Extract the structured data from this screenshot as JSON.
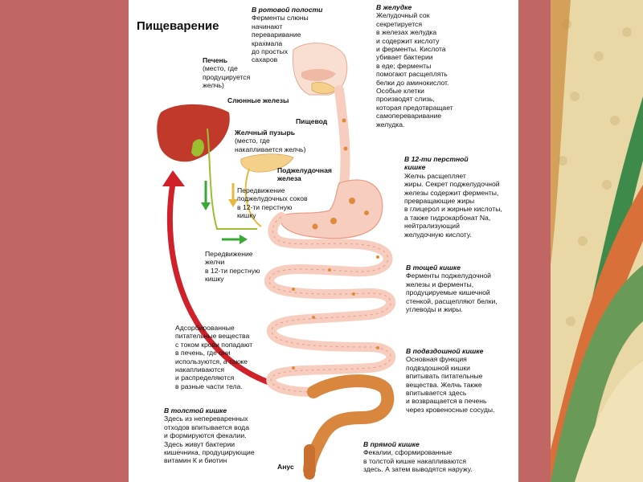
{
  "title": "Пищеварение",
  "colors": {
    "frame": "#c26565",
    "tract": "#f7cdbf",
    "tract_edge": "#e89a85",
    "spots": "#e08a3a",
    "liver": "#c0392b",
    "gall": "#9bbf2e",
    "pancreas": "#f4d08a",
    "arrow_red": "#d0202a",
    "arrow_green": "#3aa836",
    "arrow_yellow": "#e8b840"
  },
  "labels": {
    "mouth": {
      "head": "В ротовой полости",
      "body": "Ферменты слюны\nначинают\nпереваривание\nкрахмала\nдо простых\nсахаров"
    },
    "stomach": {
      "head": "В желудке",
      "body": "Желудочный сок\nсекретируется\nв железах желудка\nи содержит кислоту\nи ферменты. Кислота\nубивает бактерии\nв еде; ферменты\nпомогают расщеплять\nбелки до аминокислот.\nОсобые клетки\nпроизводят слизь,\nкоторая предотвращает\nсамопереваривание\nжелудка."
    },
    "liver": {
      "head": "Печень",
      "body": "(место, где\nпродуцируется\nжелчь)"
    },
    "salivary": "Слюнные железы",
    "esophagus": "Пищевод",
    "gallbladder": {
      "head": "Желчный пузырь",
      "body": "(место, где\nнакапливается желчь)"
    },
    "pancreas": "Поджелудочная\nжелеза",
    "pancreatic_juice": "Передвижение\nподжелудочных соков\nв 12-ти перстную\nкишку",
    "duodenum": {
      "head": "В 12-ти перстной\nкишке",
      "body": "Желчь расщепляет\nжиры. Секрет поджелудочной\nжелезы содержит ферменты,\nпревращающие жиры\nв глицерол и жирные кислоты,\nа также гидрокарбонат Na,\nнейтрализующий\nжелудочную кислоту."
    },
    "bile_move": "Передвижение\nжелчи\nв 12-ти перстную\nкишку",
    "jejunum": {
      "head": "В тощей кишке",
      "body": "Ферменты поджелудочной\nжелезы и ферменты,\nпродуцируемые кишечной\nстенкой, расщепляют белки,\nуглеводы и жиры."
    },
    "absorbed": "Адсорбированные\nпитательные вещества\nс током крови попадают\nв печень, где они\nиспользуются, а также\nнакапливаются\nи распределяются\nв разные части тела.",
    "ileum": {
      "head": "В подвздошной кишке",
      "body": "Основная функция\nподвздошной кишки\nвпитывать питательные\nвещества. Желчь также\nвпитывается здесь\nи возвращается в печень\nчерез кровеносные сосуды."
    },
    "colon": {
      "head": "В толстой кишке",
      "body": "Здесь из непереваренных\nотходов впитывается вода\nи формируются фекалии.\nЗдесь живут бактерии\nкишечника, продуцирующие\nвитамин К и биотин"
    },
    "rectum": {
      "head": "В прямой кишке",
      "body": "Фекалии, сформированные\nв толстой кишке накапливаются\nздесь. А затем выводятся наружу."
    },
    "anus": "Анус"
  }
}
